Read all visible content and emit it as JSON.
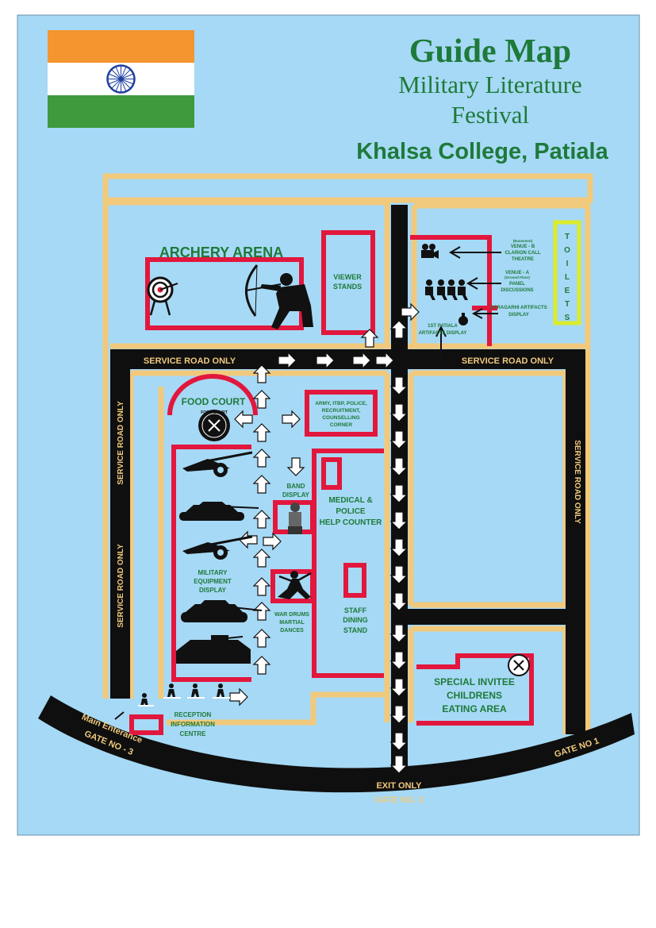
{
  "header": {
    "title": "Guide Map",
    "subtitle_line1": "Military Literature",
    "subtitle_line2": "Festival",
    "venue": "Khalsa College, Patiala"
  },
  "zones": {
    "archery": "ARCHERY ARENA",
    "viewer_line1": "VIEWER",
    "viewer_line2": "STANDS",
    "food_court": "FOOD COURT",
    "food_court_logo": "FOOD COURT",
    "army_counter": [
      "ARMY, ITBP, POLICE,",
      "RECRUITMENT,",
      "COUNSELLING",
      "CORNER"
    ],
    "band": [
      "BAND",
      "DISPLAY"
    ],
    "medical": [
      "MEDICAL &",
      "POLICE",
      "HELP COUNTER"
    ],
    "military_equipment": [
      "MILITARY",
      "EQUIPMENT",
      "DISPLAY"
    ],
    "war_drums": [
      "WAR DRUMS",
      "MARTIAL",
      "DANCES"
    ],
    "staff_dining": [
      "STAFF",
      "DINING",
      "STAND"
    ],
    "reception": [
      "RECEPTION",
      "INFORMATION",
      "CENTRE"
    ],
    "special_invitee": [
      "SPECIAL INVITEE",
      "CHILDRENS",
      "EATING AREA"
    ],
    "toilets": [
      "T",
      "O",
      "I",
      "L",
      "E",
      "T",
      "S"
    ],
    "venue_b": [
      "(Basement)",
      "VENUE - B",
      "CLARION CALL",
      "THEATRE"
    ],
    "venue_a": [
      "VENUE - A",
      "(Ground Floor)",
      "PANEL",
      "DISCUSSIONS"
    ],
    "saragarhi": [
      "SARAGARHI ARTIFACTS",
      "DISPLAY"
    ],
    "patiala_artifacts": [
      "1ST PATIALA",
      "ARTIFACTS DISPLAY"
    ]
  },
  "roads": {
    "service_top_left": "SERVICE ROAD ONLY",
    "service_top_right": "SERVICE ROAD ONLY",
    "service_left_upper": "SERVICE ROAD ONLY",
    "service_left_lower": "SERVICE ROAD ONLY",
    "service_right": "SERVICE ROAD ONLY"
  },
  "gates": {
    "main_line1": "Main Enterance",
    "main_line2": "GATE NO - 3",
    "exit_line1": "EXIT ONLY",
    "exit_line2": "GATE NO. 2",
    "gate1": "GATE NO 1"
  },
  "colors": {
    "background": "#a6d9f5",
    "road": "#0f0f0f",
    "path": "#f1c97c",
    "zone_border": "#e2173d",
    "label_green": "#1e7a3a",
    "road_label": "#f1c97c",
    "toilet_border": "#dcec2a",
    "flag_saffron": "#f4952f",
    "flag_green": "#3f9a3d",
    "chakra_blue": "#1f3fa0"
  }
}
